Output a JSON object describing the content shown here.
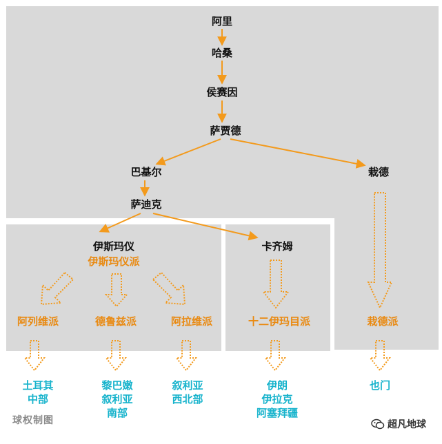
{
  "persons": {
    "ali": "阿里",
    "hasan": "哈桑",
    "husayn": "侯赛因",
    "sajjad": "萨贾德",
    "baqir": "巴基尔",
    "zayd": "栽德",
    "sadiq": "萨迪克",
    "ismail": "伊斯玛仪",
    "kazim": "卡齐姆"
  },
  "sects": {
    "ismaili": "伊斯玛仪派",
    "alawite": "阿列维派",
    "druze": "德鲁兹派",
    "alawi2": "阿拉维派",
    "twelver": "十二伊玛目派",
    "zaydi": "栽德派"
  },
  "regions": {
    "turkey": [
      "土耳其",
      "中部"
    ],
    "lebanon": [
      "黎巴嫩",
      "叙利亚",
      "南部"
    ],
    "syria": [
      "叙利亚",
      "西北部"
    ],
    "iran": [
      "伊朗",
      "伊拉克",
      "阿塞拜疆"
    ],
    "yemen": [
      "也门"
    ]
  },
  "watermark_left": "球权制图",
  "watermark_right": "超凡地球",
  "watermark_icon": "wechat-icon",
  "colors": {
    "panel": "#d9d9d9",
    "arrow": "#f39a1c",
    "sect_text": "#e98a12",
    "region_text": "#17b3cc"
  }
}
